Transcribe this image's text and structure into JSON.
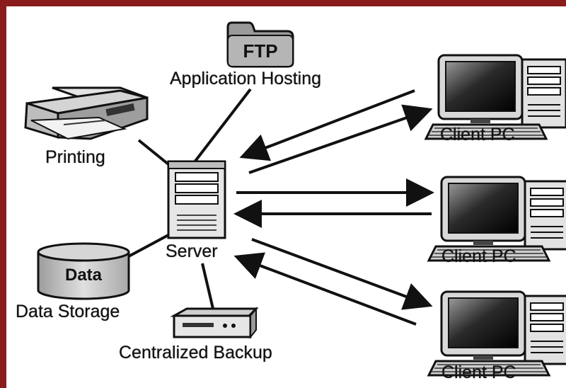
{
  "diagram": {
    "nodes": {
      "ftp_icon_text": "FTP",
      "app_hosting": "Application Hosting",
      "printing": "Printing",
      "server": "Server",
      "data_icon_text": "Data",
      "data_storage": "Data Storage",
      "backup": "Centralized Backup",
      "clients": [
        "Client PC",
        "Client PC",
        "Client PC"
      ]
    },
    "edges": [
      {
        "from": "Server",
        "to": "Application Hosting",
        "style": "line"
      },
      {
        "from": "Server",
        "to": "Printing",
        "style": "line"
      },
      {
        "from": "Server",
        "to": "Data Storage",
        "style": "line"
      },
      {
        "from": "Server",
        "to": "Centralized Backup",
        "style": "line"
      },
      {
        "from": "Client PC 1",
        "to": "Server",
        "style": "arrow"
      },
      {
        "from": "Server",
        "to": "Client PC 1",
        "style": "arrow"
      },
      {
        "from": "Server",
        "to": "Client PC 2",
        "style": "arrow"
      },
      {
        "from": "Client PC 2",
        "to": "Server",
        "style": "arrow"
      },
      {
        "from": "Server",
        "to": "Client PC 3",
        "style": "arrow"
      },
      {
        "from": "Client PC 3",
        "to": "Server",
        "style": "arrow"
      }
    ],
    "colors": {
      "frame": "#8a1c1c",
      "line": "#111111"
    }
  }
}
